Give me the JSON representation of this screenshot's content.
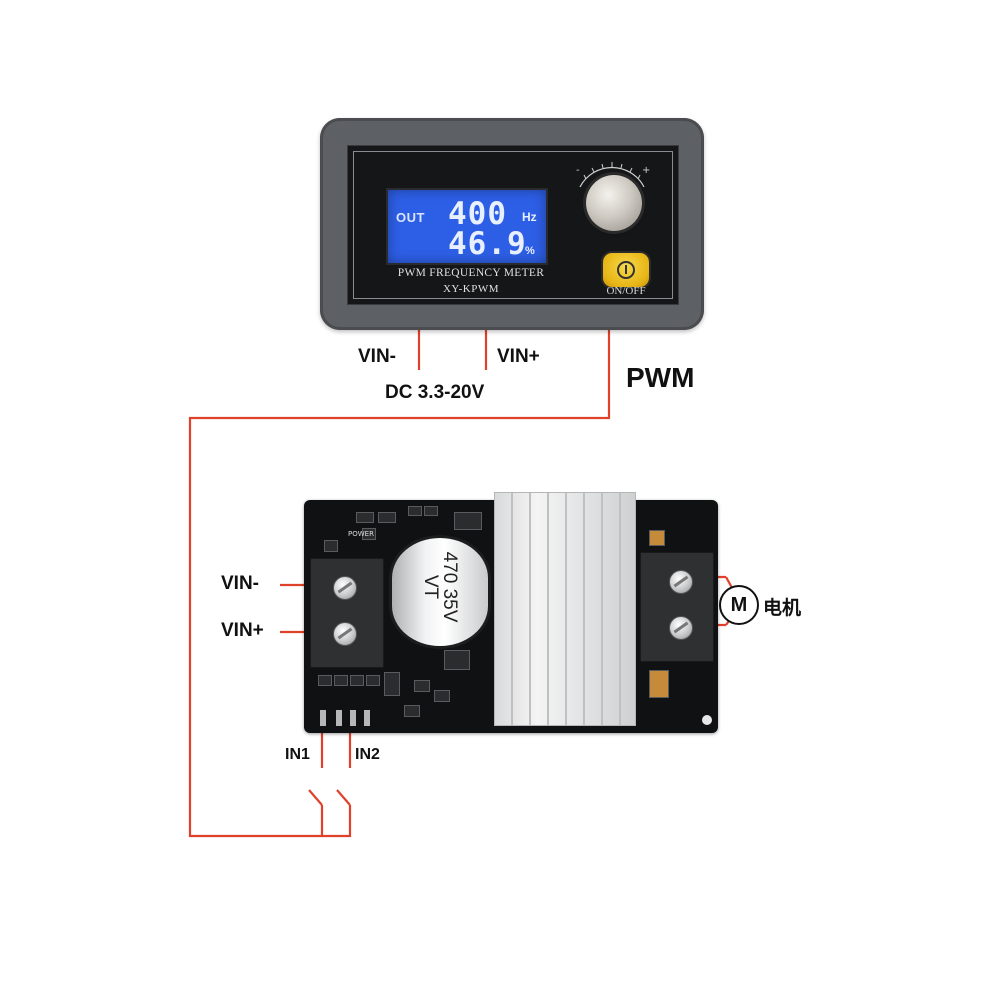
{
  "pwm_module": {
    "lcd_out_label": "OUT",
    "frequency": "400",
    "frequency_unit": "Hz",
    "duty_cycle": "46.9",
    "duty_unit": "%",
    "caption_line1": "PWM FREQUENCY METER",
    "caption_line2": "XY-KPWM",
    "button_label": "ON/OFF",
    "knob_minus": "-",
    "knob_plus": "+"
  },
  "labels": {
    "vin_minus_top": "VIN-",
    "vin_plus_top": "VIN+",
    "dc_range": "DC 3.3-20V",
    "pwm": "PWM",
    "vin_minus_board": "VIN-",
    "vin_plus_board": "VIN+",
    "in1": "IN1",
    "in2": "IN2",
    "motor_symbol": "M",
    "motor_label": "电机"
  },
  "board": {
    "capacitor_text": "470 35V VT",
    "silkscreen_power": "POWER"
  },
  "colors": {
    "wire": "#e0412b",
    "lcd_backlight": "#2d5fe6",
    "button_yellow": "#e7b515",
    "module_case": "#5d6064",
    "board_pcb": "#101112"
  }
}
